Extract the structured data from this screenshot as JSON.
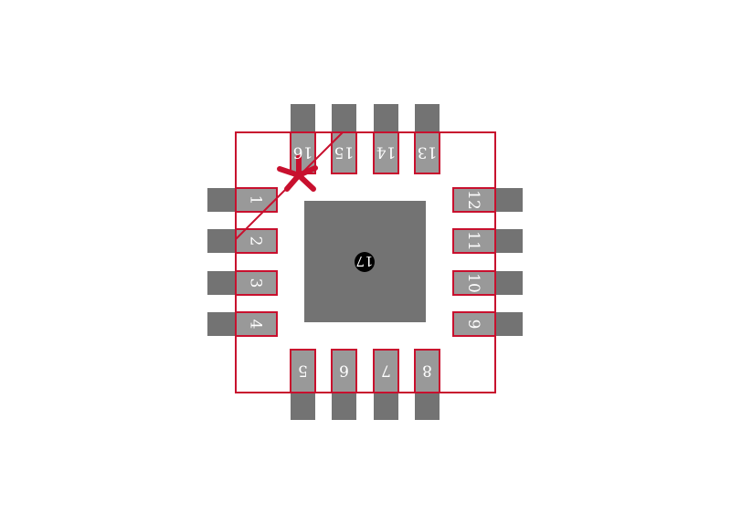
{
  "pins": {
    "left": [
      "1",
      "2",
      "3",
      "4"
    ],
    "bottom": [
      "5",
      "6",
      "7",
      "8"
    ],
    "right": [
      "9",
      "10",
      "11",
      "12"
    ],
    "top": [
      "13",
      "14",
      "15",
      "16"
    ]
  },
  "center_pad_label": "17",
  "colors": {
    "pad_dark": "#737373",
    "pad_light": "#999999",
    "outline": "#c8102e"
  }
}
